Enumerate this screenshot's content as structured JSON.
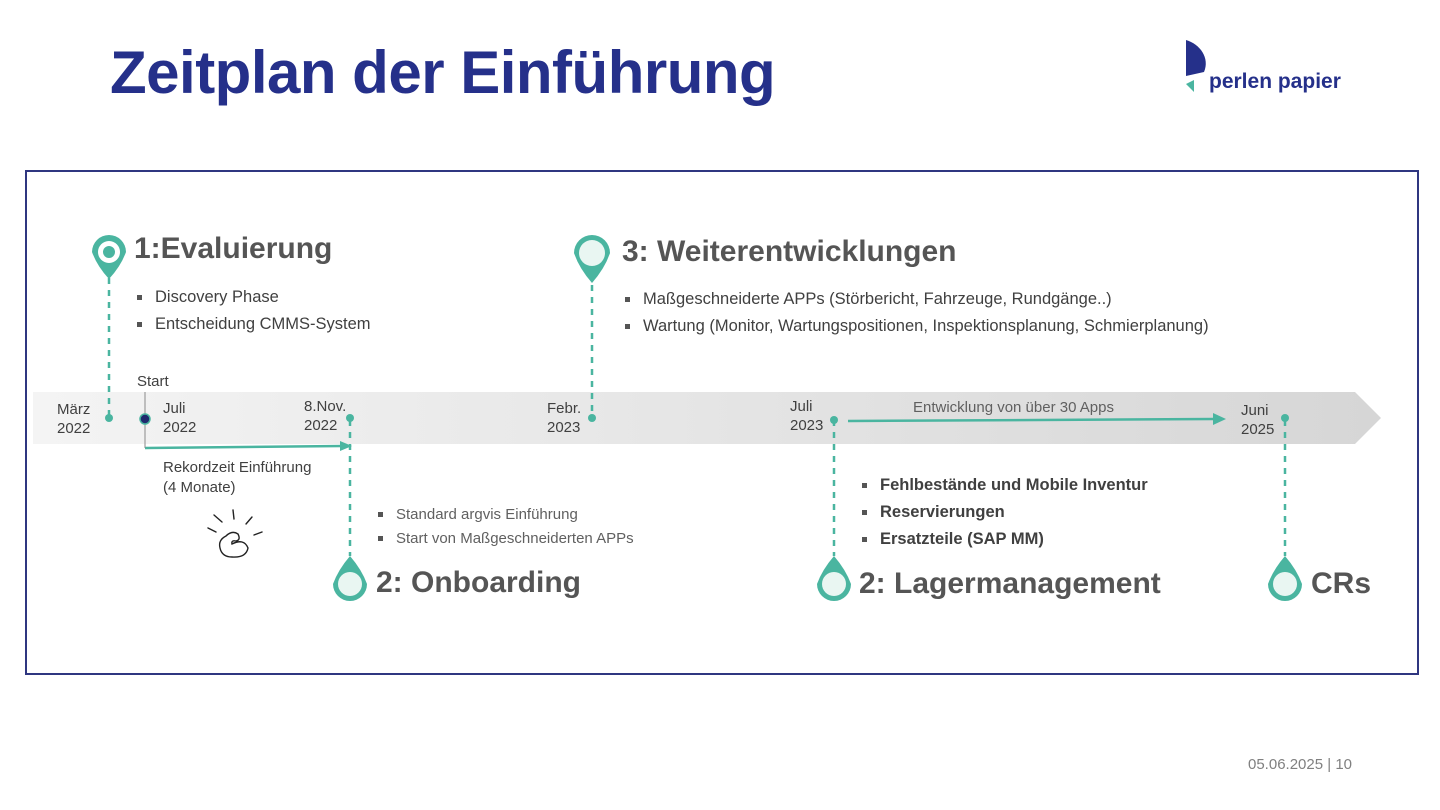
{
  "title": "Zeitplan der Einführung",
  "logo": {
    "text": "perlen papier"
  },
  "phases": {
    "evaluierung": {
      "title": "1:Evaluierung",
      "bullets": [
        "Discovery Phase",
        "Entscheidung CMMS-System"
      ]
    },
    "weiterentwicklungen": {
      "title": "3: Weiterentwicklungen",
      "bullets": [
        "Maßgeschneiderte APPs (Störbericht, Fahrzeuge, Rundgänge..)",
        "Wartung (Monitor, Wartungspositionen, Inspektionsplanung, Schmierplanung)"
      ]
    },
    "onboarding": {
      "title": "2: Onboarding",
      "bullets": [
        "Standard argvis Einführung",
        "Start von Maßgeschneiderten APPs"
      ]
    },
    "lagermanagement": {
      "title": "2: Lagermanagement",
      "bullets": [
        "Fehlbestände und Mobile Inventur",
        "Reservierungen",
        "Ersatzteile (SAP MM)"
      ]
    },
    "crs": {
      "title": "CRs"
    }
  },
  "timeline": {
    "start_label": "Start",
    "dates": {
      "maerz_2022": [
        "März",
        "2022"
      ],
      "juli_2022": [
        "Juli",
        "2022"
      ],
      "nov_2022": [
        "8.Nov.",
        "2022"
      ],
      "feb_2023": [
        "Febr.",
        "2023"
      ],
      "juli_2023": [
        "Juli",
        "2023"
      ],
      "juni_2025": [
        "Juni",
        "2025"
      ]
    },
    "record_note": [
      "Rekordzeit Einführung",
      "(4 Monate)"
    ],
    "apps_note": "Entwicklung von über 30 Apps"
  },
  "colors": {
    "brand": "#25308a",
    "accent": "#4ab5a0",
    "frame": "#2f3680",
    "text": "#555555"
  },
  "footer": {
    "date": "05.06.2025",
    "page": "10"
  }
}
